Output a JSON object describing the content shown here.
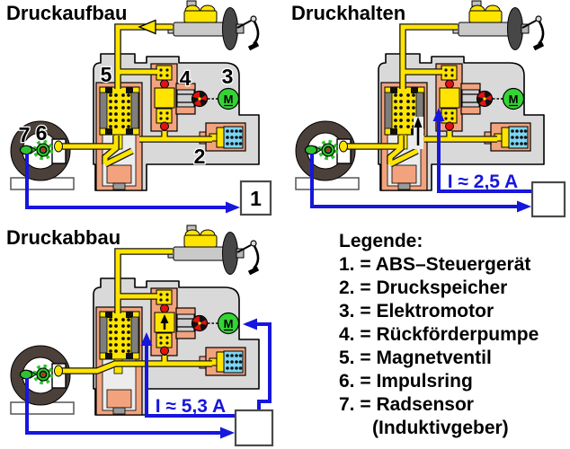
{
  "motor_letter": "M",
  "panels": [
    {
      "title": "Druckaufbau",
      "box_label": "1",
      "component_labels": {
        "magnetventil": "5",
        "rueckfoerderpumpe": "4",
        "elektromotor": "3",
        "druckspeicher": "2",
        "radsensor": "7",
        "impulsring": "6"
      }
    },
    {
      "title": "Druckhalten",
      "current_label": "I ≈ 2,5 A"
    },
    {
      "title": "Druckabbau",
      "current_label": "I ≈ 5,3 A"
    }
  ],
  "legend": {
    "title": "Legende:",
    "items": [
      "1. = ABS–Steuergerät",
      "2. = Druckspeicher",
      "3. = Elektromotor",
      "4. = Rückförderpumpe",
      "5. = Magnetventil",
      "6. = Impulsring",
      "7. = Radsensor",
      "(Induktivgeber)"
    ]
  },
  "colors": {
    "hydraulic_yellow": "#ffe400",
    "housing_salmon": "#f2a37e",
    "unit_gray": "#d9d9d9",
    "signal_blue": "#1616dd",
    "motor_green": "#34d434",
    "pump_red": "#e11212",
    "accumulator_blue": "#7cd6f4",
    "tire_brown": "#4b403a"
  }
}
